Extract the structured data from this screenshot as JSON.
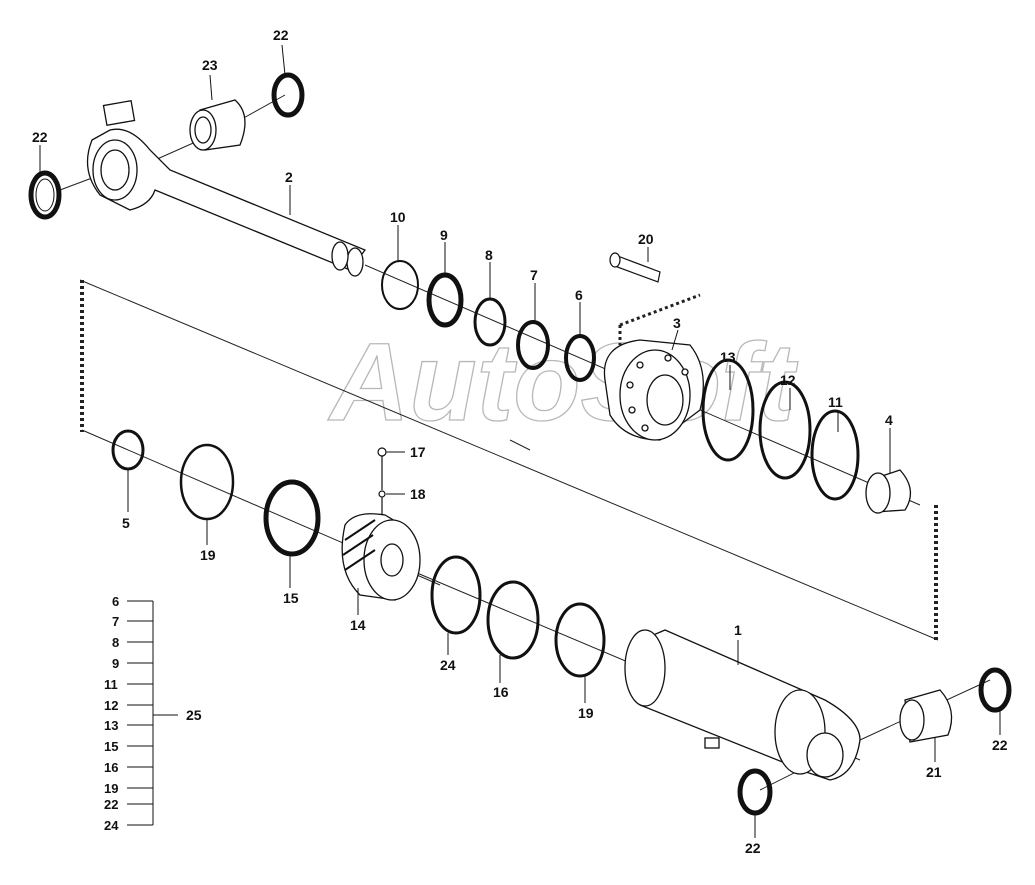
{
  "watermark": "AutoSoft",
  "callouts": {
    "c1": "1",
    "c2": "2",
    "c3": "3",
    "c4": "4",
    "c5": "5",
    "c6": "6",
    "c7": "7",
    "c8": "8",
    "c9": "9",
    "c10": "10",
    "c11": "11",
    "c12": "12",
    "c13": "13",
    "c14": "14",
    "c15": "15",
    "c16": "16",
    "c17": "17",
    "c18": "18",
    "c19a": "19",
    "c19b": "19",
    "c20": "20",
    "c21": "21",
    "c22a": "22",
    "c22b": "22",
    "c22c": "22",
    "c22d": "22",
    "c23": "23",
    "c24": "24"
  },
  "kit": {
    "label": "25",
    "items": [
      "6",
      "7",
      "8",
      "9",
      "11",
      "12",
      "13",
      "15",
      "16",
      "19",
      "22",
      "24"
    ]
  }
}
